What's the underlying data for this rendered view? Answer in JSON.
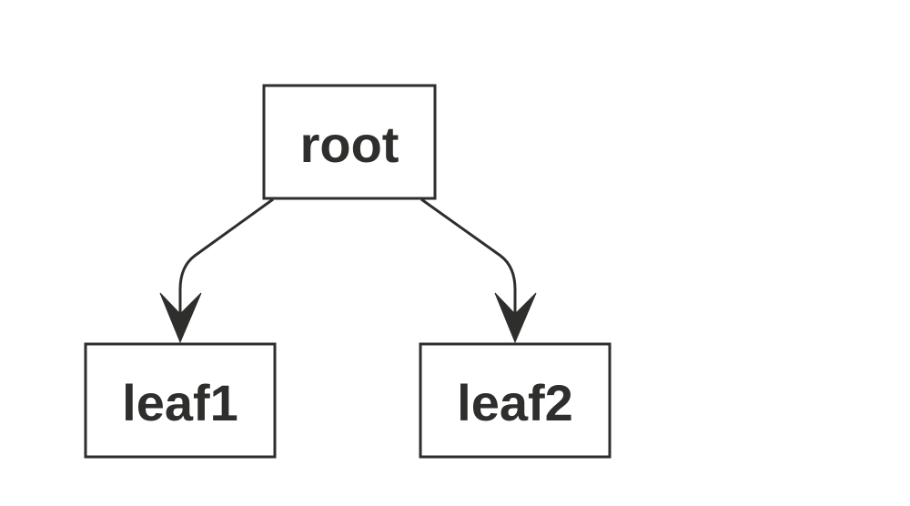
{
  "colors": {
    "background": "#ffffff",
    "stroke": "#2e2e2c",
    "text": "#2e2e2c"
  },
  "nodes": {
    "root": {
      "label": "root"
    },
    "leaf1": {
      "label": "leaf1"
    },
    "leaf2": {
      "label": "leaf2"
    }
  },
  "edges": [
    {
      "from": "root",
      "to": "leaf1"
    },
    {
      "from": "root",
      "to": "leaf2"
    }
  ]
}
